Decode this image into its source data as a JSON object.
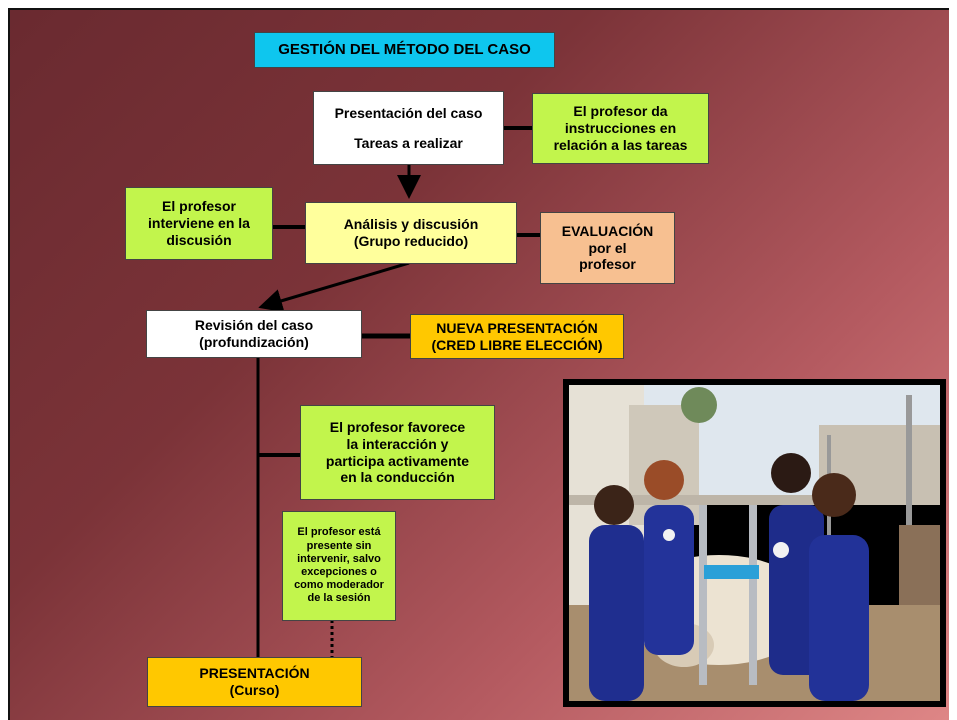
{
  "title": "GESTIÓN DEL MÉTODO DEL CASO",
  "presentation_box": {
    "line1": "Presentación del caso",
    "line2": "Tareas a realizar"
  },
  "instructions_box": {
    "line1": "El profesor da",
    "line2": "instrucciones en",
    "line3": "relación a las tareas"
  },
  "intervene_box": {
    "line1": "El profesor",
    "line2": "interviene en la",
    "line3": "discusión"
  },
  "analysis_box": {
    "line1": "Análisis y discusión",
    "line2": "(Grupo reducido)"
  },
  "evaluation_box": {
    "line1": "EVALUACIÓN",
    "line2": "por el",
    "line3": "profesor"
  },
  "review_box": {
    "line1": "Revisión del caso",
    "line2": "(profundización)"
  },
  "new_presentation_box": {
    "line1": "NUEVA PRESENTACIÓN",
    "line2": "(CRED LIBRE ELECCIÓN)"
  },
  "favors_box": {
    "line1": "El profesor favorece",
    "line2": "la interacción y",
    "line3": "participa activamente",
    "line4": "en la conducción"
  },
  "present_box": {
    "line1": "El profesor está",
    "line2": "presente sin",
    "line3": "intervenir, salvo",
    "line4": "excepciones o",
    "line5": "como moderador",
    "line6": "de la sesión"
  },
  "course_presentation_box": {
    "line1": "PRESENTACIÓN",
    "line2": "(Curso)"
  },
  "colors": {
    "background_dark": "#6a2a30",
    "background_light": "#de8686",
    "title_fill": "#0ec6ee",
    "green_fill": "#c2f54c",
    "yellow_fill": "#ffff9c",
    "peach_fill": "#f7c091",
    "gold_fill": "#ffc800"
  },
  "photo": {
    "icon": "veterinary-students-sheep-photo"
  }
}
